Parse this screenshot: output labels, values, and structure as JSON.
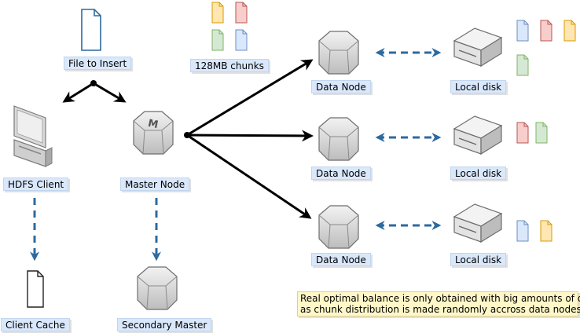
{
  "labels": {
    "file_to_insert": "File to Insert",
    "chunks": "128MB chunks",
    "hdfs_client": "HDFS Client",
    "master_node": "Master Node",
    "client_cache": "Client Cache",
    "secondary_master": "Secondary Master",
    "data_node_1": "Data Node",
    "data_node_2": "Data Node",
    "data_node_3": "Data Node",
    "local_disk_1": "Local disk",
    "local_disk_2": "Local disk",
    "local_disk_3": "Local disk"
  },
  "note": {
    "line1": "Real optimal balance is only obtained with big amounts of data,",
    "line2": "as chunk distribution is made randomly accross data nodes."
  },
  "master_badge": "M",
  "icons": {
    "file": "document-icon",
    "client": "computer-icon",
    "server": "server-icon",
    "disk": "hard-disk-icon"
  },
  "colors": {
    "label_bg": "#dae8fc",
    "note_bg": "#fff7c8",
    "arrow_black": "#000000",
    "arrow_blue": "#2c6aa0",
    "chunk_orange": "#ffe6b3",
    "chunk_red": "#f8cecc",
    "chunk_green": "#d5e8d4",
    "chunk_blue": "#dae8fc"
  }
}
